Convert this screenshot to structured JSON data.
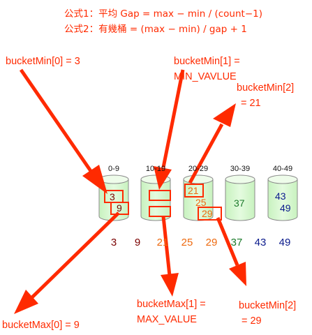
{
  "formulas": {
    "line1": "公式1：平均 Gap = max − min / (count−1)",
    "line2": "公式2：有幾桶 = (max − min) / gap + 1"
  },
  "colors": {
    "annotation": "#ff2a00",
    "bucket_fill": "#d6f7cf",
    "bucket_stroke": "#8a8a8a",
    "highlight_box": "#ff2a00",
    "dark_red": "#7a0000",
    "orange": "#ee6a10",
    "green": "#1a7a2a",
    "navy": "#0a1a8c"
  },
  "buckets": [
    {
      "range": "0-9",
      "values": [
        {
          "text": "3",
          "color": "dark_red"
        },
        {
          "text": "9",
          "color": "dark_red"
        }
      ]
    },
    {
      "range": "10-19",
      "values": []
    },
    {
      "range": "20-29",
      "values": [
        {
          "text": "21",
          "color": "orange"
        },
        {
          "text": "25",
          "color": "orange"
        },
        {
          "text": "29",
          "color": "orange"
        }
      ]
    },
    {
      "range": "30-39",
      "values": [
        {
          "text": "37",
          "color": "green"
        }
      ]
    },
    {
      "range": "40-49",
      "values": [
        {
          "text": "43",
          "color": "navy"
        },
        {
          "text": "49",
          "color": "navy"
        }
      ]
    }
  ],
  "sorted_values": [
    {
      "text": "3",
      "color": "dark_red"
    },
    {
      "text": "9",
      "color": "dark_red"
    },
    {
      "text": "21",
      "color": "orange"
    },
    {
      "text": "25",
      "color": "orange"
    },
    {
      "text": "29",
      "color": "orange"
    },
    {
      "text": "37",
      "color": "green"
    },
    {
      "text": "43",
      "color": "navy"
    },
    {
      "text": "49",
      "color": "navy"
    }
  ],
  "annotations": {
    "bucket_min_0": "bucketMin[0] = 3",
    "bucket_min_1_line1": "bucketMin[1] =",
    "bucket_min_1_line2": "MIN_VAVLUE",
    "bucket_min_2_line1": "bucketMin[2]",
    "bucket_min_2_line2": "= 21",
    "bucket_max_0": "bucketMax[0] = 9",
    "bucket_max_1_line1": "bucketMax[1]  =",
    "bucket_max_1_line2": "MAX_VALUE",
    "bucket_max_2_line1": "bucketMin[2]",
    "bucket_max_2_line2": "= 29"
  }
}
